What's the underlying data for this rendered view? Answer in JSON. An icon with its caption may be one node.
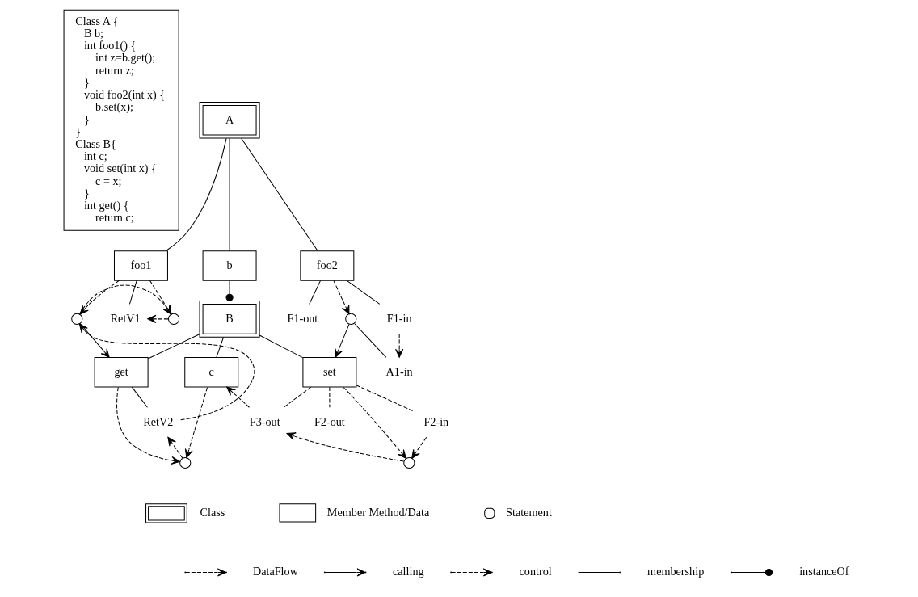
{
  "diagram": {
    "nodes": [
      {
        "text": [
          "Class A {",
          "B b;",
          "int foo1() {",
          "int z=b.get();",
          "return z;",
          "}",
          "void foo2(int x) {",
          "b.set(x);",
          "}",
          "}",
          "Class B{",
          "int c;",
          "void set(int x) {",
          "c = x;",
          "}",
          "int get() {",
          "return c;"
        ]
      },
      {
        "text": [
          "A"
        ]
      },
      {
        "text": [
          "b"
        ]
      },
      {
        "text": [
          "foo1"
        ]
      },
      {
        "text": [
          "foo2"
        ]
      },
      {
        "text": [
          "B"
        ]
      },
      {
        "text": [
          "c"
        ]
      },
      {
        "text": [
          "get"
        ]
      },
      {
        "text": [
          "set"
        ]
      },
      {
        "text": [
          "RetV1"
        ]
      },
      {
        "text": [
          "F1-in"
        ]
      },
      {
        "text": [
          "F1-out"
        ]
      },
      {
        "text": [],
        "shape": "circle"
      },
      {
        "text": [],
        "shape": "circle"
      },
      {
        "text": [],
        "shape": "circle"
      },
      {
        "text": [
          "A1-in"
        ]
      },
      {
        "text": [
          "RetV2"
        ]
      },
      {
        "text": [],
        "shape": "circle"
      },
      {
        "text": [
          "F2-in"
        ]
      },
      {
        "text": [
          "F2-out"
        ]
      },
      {
        "text": [
          "F3-out"
        ]
      },
      {
        "text": [],
        "shape": "circle"
      }
    ],
    "edges": [
      {
        "from": 1,
        "to": 2,
        "arrow": "none"
      },
      {
        "from": 1,
        "to": 3,
        "arrow": "none"
      },
      {
        "from": 1,
        "to": 4,
        "arrow": "none"
      },
      {
        "from": 2,
        "to": 5,
        "arrow": "other"
      },
      {
        "from": 3,
        "to": 9,
        "arrow": "none"
      },
      {
        "from": 4,
        "to": 10,
        "arrow": "none"
      },
      {
        "from": 4,
        "to": 11,
        "arrow": "none"
      },
      {
        "from": 3,
        "to": 12,
        "arrow": "to",
        "style": "dashed"
      },
      {
        "from": 3,
        "to": 13,
        "arrow": "to",
        "style": "dashed"
      },
      {
        "from": 4,
        "to": 14,
        "arrow": "to",
        "style": "dashed"
      },
      {
        "from": 12,
        "to": 13,
        "arrow": "to",
        "style": "dashed"
      },
      {
        "from": 13,
        "to": 9,
        "arrow": "to",
        "style": "dashed"
      },
      {
        "from": 10,
        "to": 15,
        "arrow": "to",
        "style": "dashed"
      },
      {
        "from": 14,
        "to": 15,
        "arrow": "none"
      },
      {
        "from": 12,
        "to": 7,
        "arrow": "to"
      },
      {
        "from": 14,
        "to": 8,
        "arrow": "to"
      },
      {
        "from": 5,
        "to": 6,
        "arrow": "none"
      },
      {
        "from": 5,
        "to": 7,
        "arrow": "none"
      },
      {
        "from": 5,
        "to": 8,
        "arrow": "none"
      },
      {
        "from": 7,
        "to": 16,
        "arrow": "none"
      },
      {
        "from": 7,
        "to": 17,
        "arrow": "to",
        "style": "dashed"
      },
      {
        "from": 6,
        "to": 17,
        "arrow": "to",
        "style": "dashed"
      },
      {
        "from": 17,
        "to": 16,
        "arrow": "to",
        "style": "dashed"
      },
      {
        "from": 16,
        "to": 12,
        "arrow": "to",
        "style": "dashed"
      },
      {
        "from": 8,
        "to": 18,
        "arrow": "none",
        "style": "dashed"
      },
      {
        "from": 8,
        "to": 19,
        "arrow": "none",
        "style": "dashed"
      },
      {
        "from": 8,
        "to": 20,
        "arrow": "none",
        "style": "dashed"
      },
      {
        "from": 8,
        "to": 21,
        "arrow": "to",
        "style": "dashed"
      },
      {
        "from": 18,
        "to": 21,
        "arrow": "to",
        "style": "dashed"
      },
      {
        "from": 21,
        "to": 20,
        "arrow": "to",
        "style": "dashed"
      },
      {
        "from": 20,
        "to": 6,
        "arrow": "to",
        "style": "dashed"
      }
    ],
    "legend": [
      {
        "text": "Class"
      },
      {
        "text": "Member Method/Data"
      },
      {
        "text": "Statement"
      },
      {
        "text": "DataFlow"
      },
      {
        "text": "calling"
      },
      {
        "text": "control"
      },
      {
        "text": "membership"
      },
      {
        "text": "instanceOf"
      }
    ]
  }
}
